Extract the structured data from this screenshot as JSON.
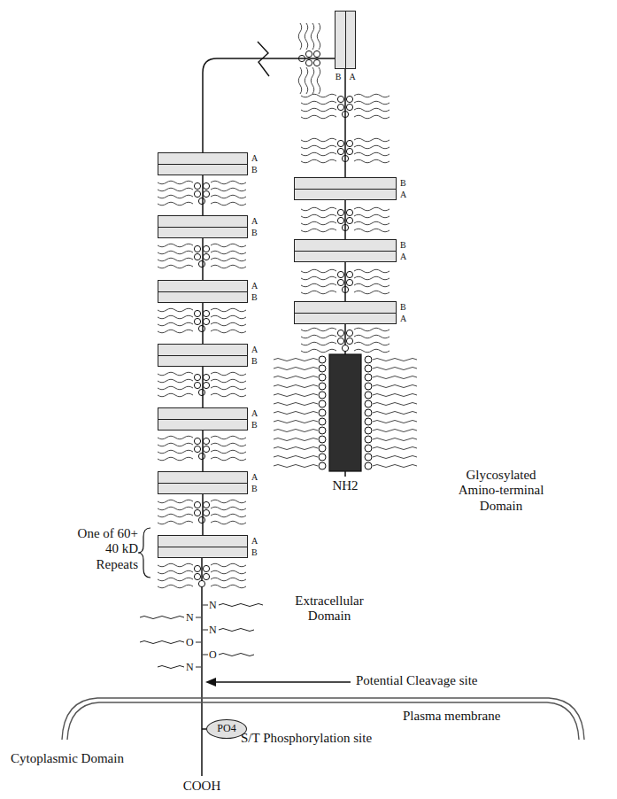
{
  "diagram": {
    "nodes": [
      {
        "text": [
          "B",
          "A"
        ]
      },
      {
        "text": [
          "A",
          "B"
        ]
      },
      {
        "text": [
          "A",
          "B"
        ]
      },
      {
        "text": [
          "A",
          "B"
        ]
      },
      {
        "text": [
          "A",
          "B"
        ]
      },
      {
        "text": [
          "A",
          "B"
        ]
      },
      {
        "text": [
          "A",
          "B"
        ]
      },
      {
        "text": [
          "A",
          "B"
        ]
      },
      {
        "text": [
          "B",
          "A"
        ]
      },
      {
        "text": [
          "B",
          "A"
        ]
      },
      {
        "text": [
          "B",
          "A"
        ]
      },
      {
        "text": [
          "PO4"
        ]
      }
    ],
    "edges": [
      {
        "from": 0,
        "to": 1,
        "arrow": "none"
      },
      {
        "from": 1,
        "to": 2,
        "arrow": "none"
      },
      {
        "from": 2,
        "to": 3,
        "arrow": "none"
      },
      {
        "from": 3,
        "to": 4,
        "arrow": "none"
      },
      {
        "from": 4,
        "to": 5,
        "arrow": "none"
      },
      {
        "from": 5,
        "to": 6,
        "arrow": "none"
      },
      {
        "from": 6,
        "to": 7,
        "arrow": "none"
      },
      {
        "from": 0,
        "to": 8,
        "arrow": "none"
      },
      {
        "from": 8,
        "to": 9,
        "arrow": "none"
      },
      {
        "from": 9,
        "to": 10,
        "arrow": "none"
      }
    ],
    "labels": [
      "One of 60+ 40 kD Repeats",
      "Extracellular Domain",
      "N",
      "N",
      "N",
      "O",
      "O",
      "N",
      "Potential Cleavage site",
      "Plasma membrane",
      "S/T Phosphorylation site",
      "Cytoplasmic Domain",
      "COOH",
      "NH2",
      "Glycosylated Amino-terminal Domain"
    ]
  }
}
